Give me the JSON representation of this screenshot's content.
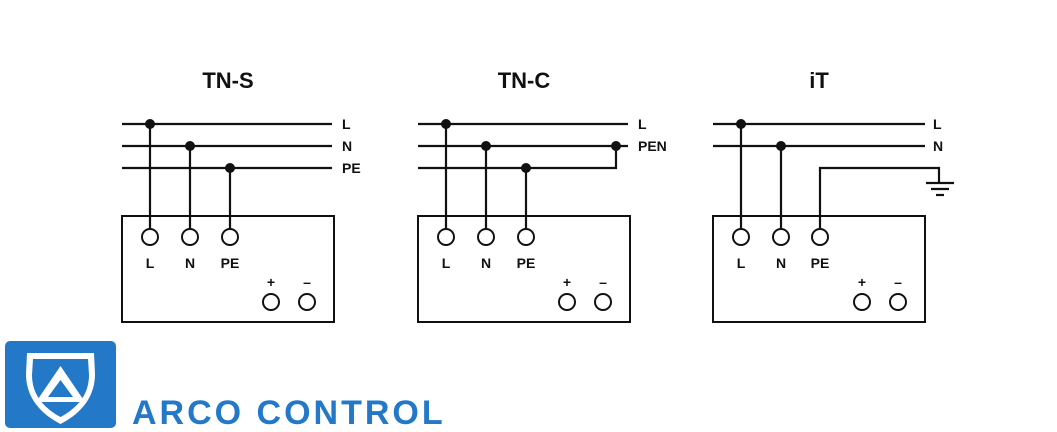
{
  "diagrams": [
    {
      "title": "TN-S",
      "line_labels": [
        "L",
        "N",
        "PE"
      ],
      "terminal_labels": [
        "L",
        "N",
        "PE"
      ],
      "polarity": [
        "+",
        "–"
      ]
    },
    {
      "title": "TN-C",
      "line_labels": [
        "L",
        "PEN"
      ],
      "terminal_labels": [
        "L",
        "N",
        "PE"
      ],
      "polarity": [
        "+",
        "–"
      ]
    },
    {
      "title": "iT",
      "line_labels": [
        "L",
        "N"
      ],
      "terminal_labels": [
        "L",
        "N",
        "PE"
      ],
      "polarity": [
        "+",
        "–"
      ]
    }
  ],
  "brand": {
    "name": "ARCO CONTROL",
    "color": "#2378c8",
    "icon": "shield-logo-icon"
  }
}
